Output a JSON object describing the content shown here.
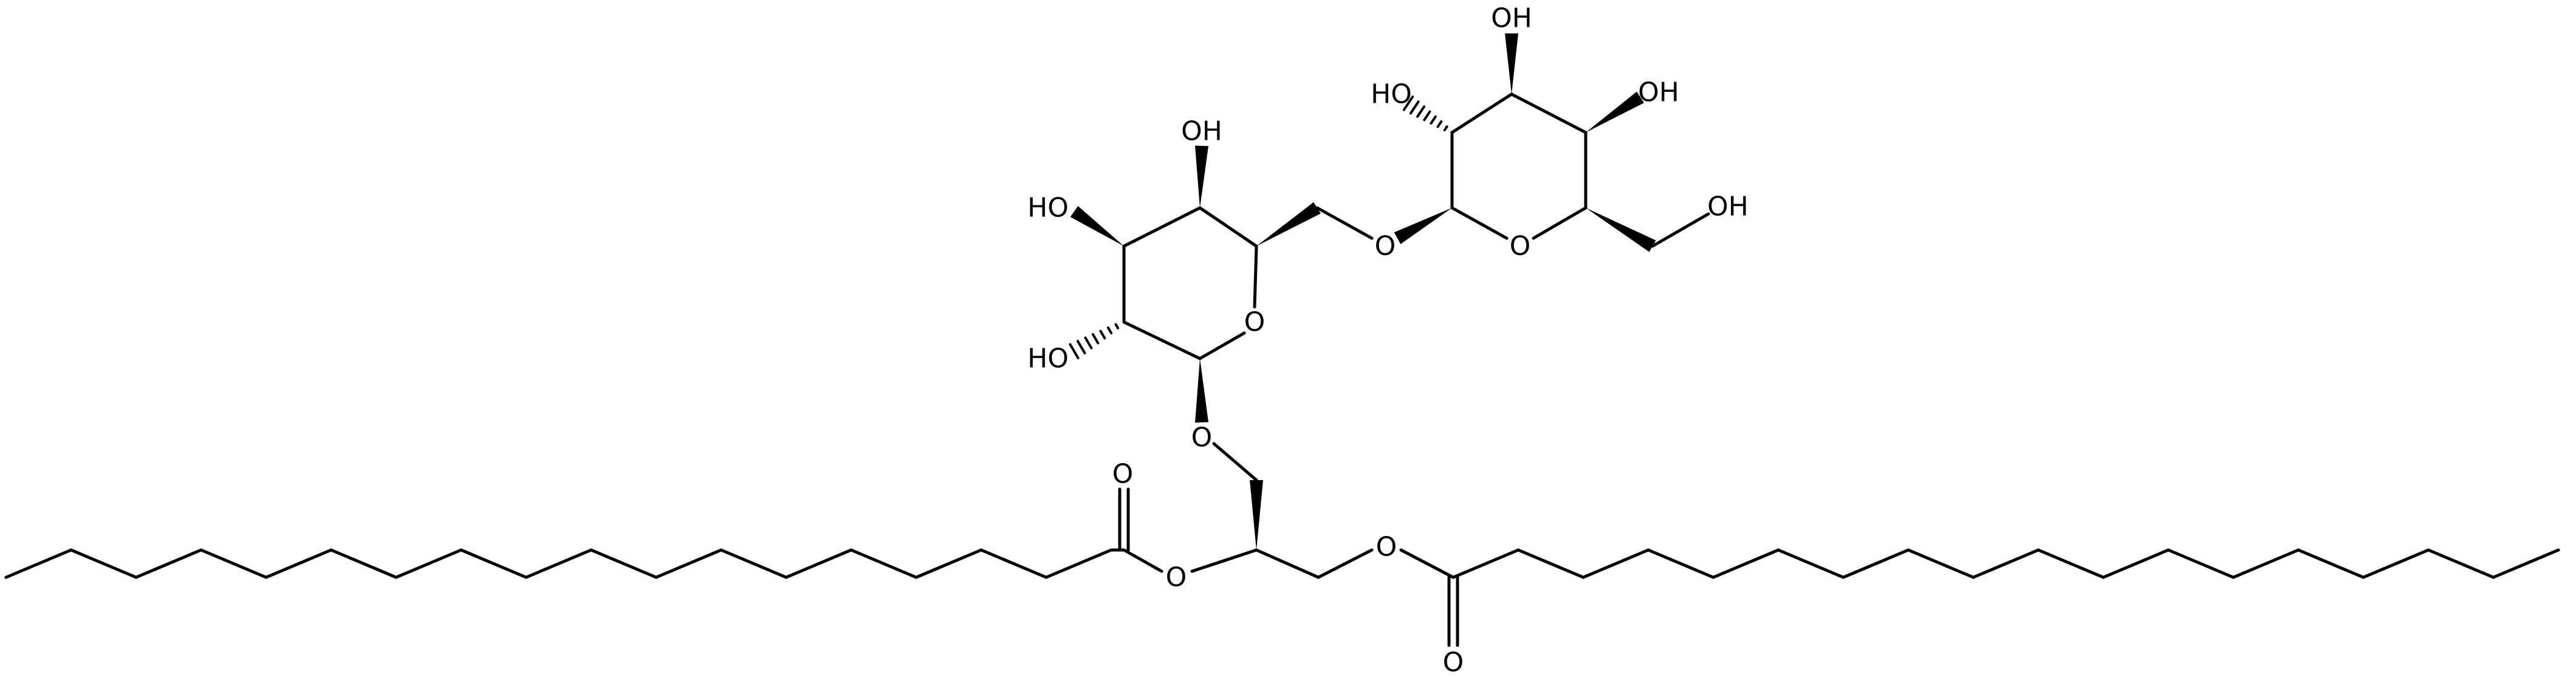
{
  "molecule": {
    "atom_labels": {
      "oh_top": "OH",
      "oh_right_ring_b": "OH",
      "ho_left_ring_b": "HO",
      "oh_ch2_ring_b": "OH",
      "o_ring_b": "O",
      "o_glycosidic_upper": "O",
      "oh_top_ring_a": "OH",
      "ho_left_upper_ring_a": "HO",
      "ho_left_lower_ring_a": "HO",
      "o_ring_a": "O",
      "o_glycosidic_lower": "O",
      "o_carbonyl_left": "O",
      "o_ester_left": "O",
      "o_ester_right": "O",
      "o_carbonyl_right": "O"
    }
  }
}
